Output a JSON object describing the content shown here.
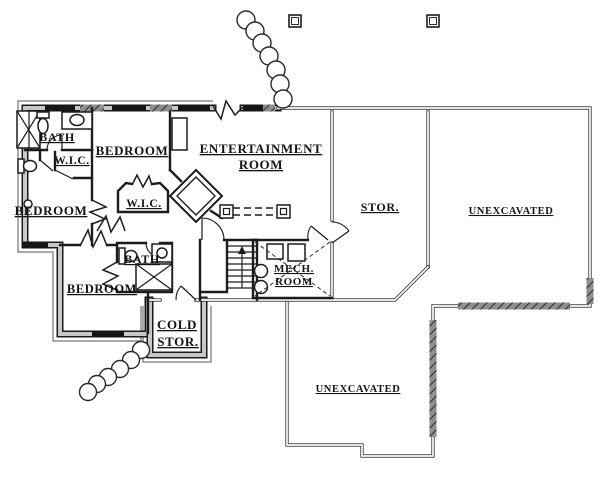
{
  "drawing": {
    "kind": "basement floor plan"
  },
  "labels": {
    "bath_upper": "BATH",
    "wic_upper": "W.I.C.",
    "bedroom_upper": "BEDROOM",
    "entertainment_1": "ENTERTAINMENT",
    "entertainment_2": "ROOM",
    "bedroom_left": "BEDROOM",
    "wic_lower": "W.I.C.",
    "storage": "STOR.",
    "unexcavated_right": "UNEXCAVATED",
    "bath_lower": "BATH",
    "bedroom_lower": "BEDROOM",
    "mech_1": "MECH.",
    "mech_2": "ROOM",
    "cold_1": "COLD",
    "cold_2": "STOR.",
    "unexcavated_bottom": "UNEXCAVATED"
  },
  "colors": {
    "ink": "#1b1b1b",
    "wall_core": "#c8c8c8",
    "hatch_gray": "#8f8f8f",
    "background": "#ffffff"
  }
}
